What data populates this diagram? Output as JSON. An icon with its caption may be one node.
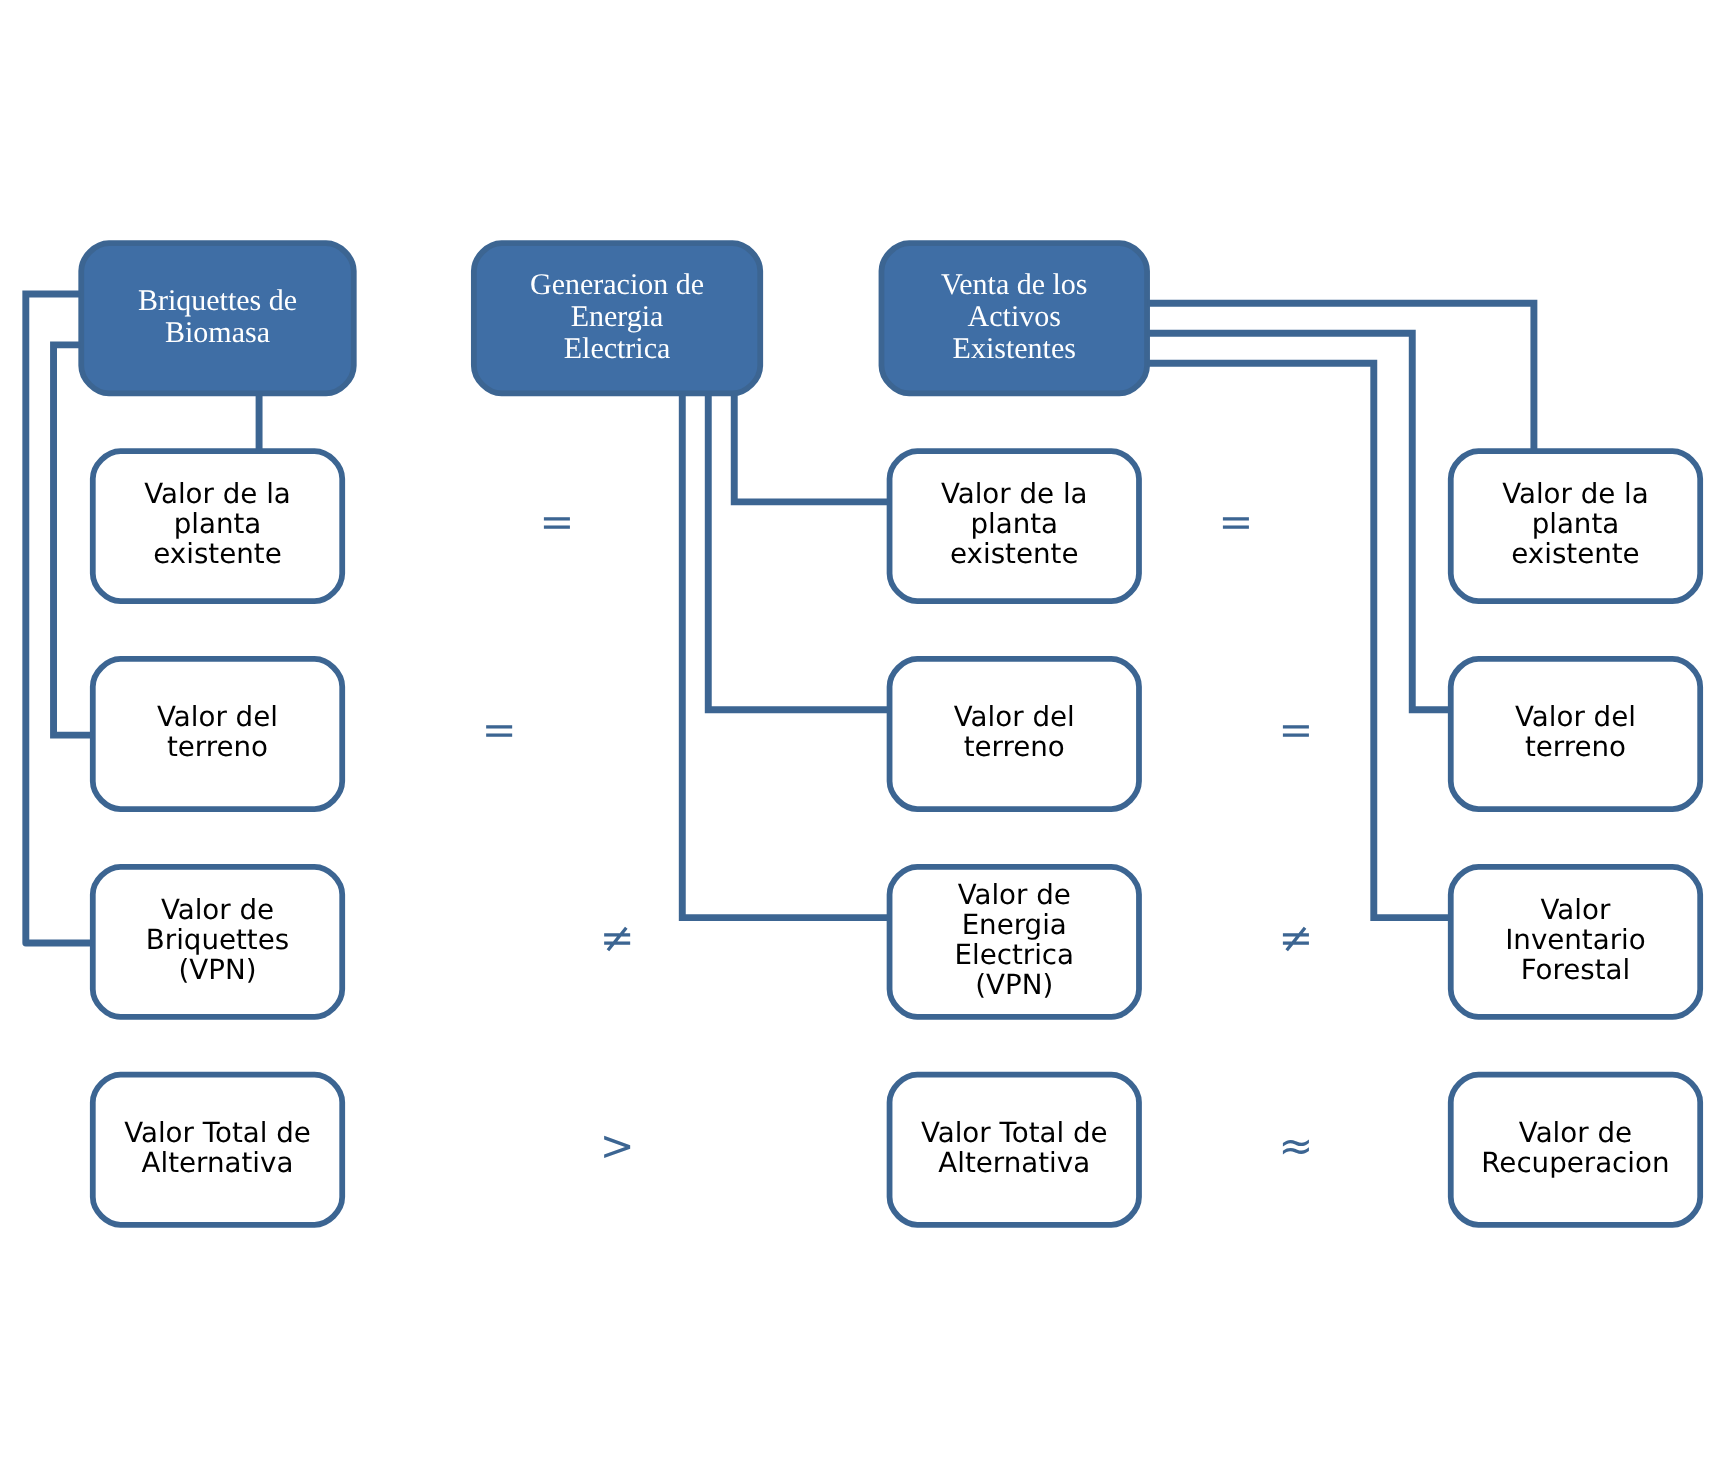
{
  "diagram": {
    "nodes": [
      {
        "text": [
          "Briquettes de Biomasa"
        ]
      },
      {
        "text": [
          "Generacion de Energia Electrica"
        ]
      },
      {
        "text": [
          "Venta de los Activos Existentes"
        ]
      },
      {
        "text": [
          "Valor de la planta existente"
        ]
      },
      {
        "text": [
          "Valor de la planta existente"
        ]
      },
      {
        "text": [
          "Valor de la planta existente"
        ]
      },
      {
        "text": [
          "Valor del terreno"
        ]
      },
      {
        "text": [
          "Valor del terreno"
        ]
      },
      {
        "text": [
          "Valor del terreno"
        ]
      },
      {
        "text": [
          "Valor de Briquettes (VPN)"
        ]
      },
      {
        "text": [
          "Valor de Energia Electrica (VPN)"
        ]
      },
      {
        "text": [
          "Valor Inventario Forestal"
        ]
      },
      {
        "text": [
          "Valor Total de Alternativa"
        ]
      },
      {
        "text": [
          "Valor Total de Alternativa"
        ]
      },
      {
        "text": [
          "Valor de Recuperacion"
        ]
      }
    ],
    "edges": [
      {
        "from": 0,
        "to": 3,
        "arrow": "none"
      },
      {
        "from": 0,
        "to": 6,
        "arrow": "none"
      },
      {
        "from": 0,
        "to": 9,
        "arrow": "none"
      },
      {
        "from": 1,
        "to": 4,
        "arrow": "none"
      },
      {
        "from": 1,
        "to": 7,
        "arrow": "none"
      },
      {
        "from": 1,
        "to": 10,
        "arrow": "none"
      },
      {
        "from": 2,
        "to": 5,
        "arrow": "none"
      },
      {
        "from": 2,
        "to": 8,
        "arrow": "none"
      },
      {
        "from": 2,
        "to": 11,
        "arrow": "none"
      }
    ],
    "labels": [
      "=",
      "=",
      "=",
      "=",
      "≠",
      "≠",
      ">",
      "≈"
    ]
  }
}
